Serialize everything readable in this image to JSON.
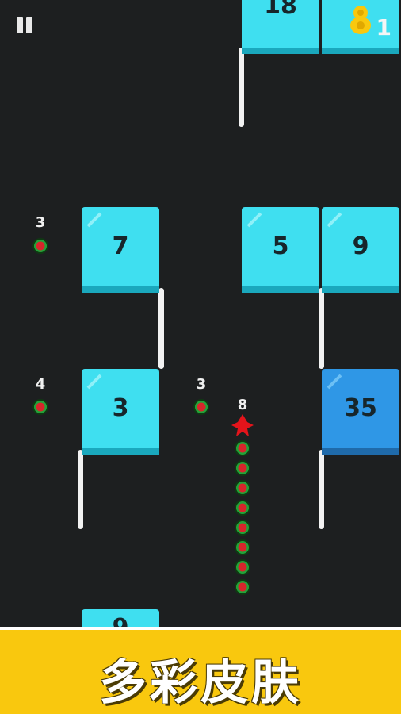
{
  "hud": {
    "score": "1",
    "trophy_icon": "trophy-icon",
    "pause_icon": "pause-icon"
  },
  "colors": {
    "background": "#1d1f20",
    "block_cyan": "#3fdff0",
    "block_blue": "#2f97e6",
    "banner": "#f9c80e",
    "food": "#d7262b"
  },
  "blocks": [
    {
      "value": "18",
      "style": "cyan"
    },
    {
      "value": "7",
      "style": "cyan"
    },
    {
      "value": "5",
      "style": "cyan"
    },
    {
      "value": "9",
      "style": "cyan"
    },
    {
      "value": "3",
      "style": "cyan"
    },
    {
      "value": "35",
      "style": "blue"
    },
    {
      "value": "9",
      "style": "cyan"
    }
  ],
  "food": [
    {
      "value": "3"
    },
    {
      "value": "4"
    },
    {
      "value": "3"
    }
  ],
  "snake": {
    "length": "8"
  },
  "banner": {
    "text": "多彩皮肤"
  }
}
